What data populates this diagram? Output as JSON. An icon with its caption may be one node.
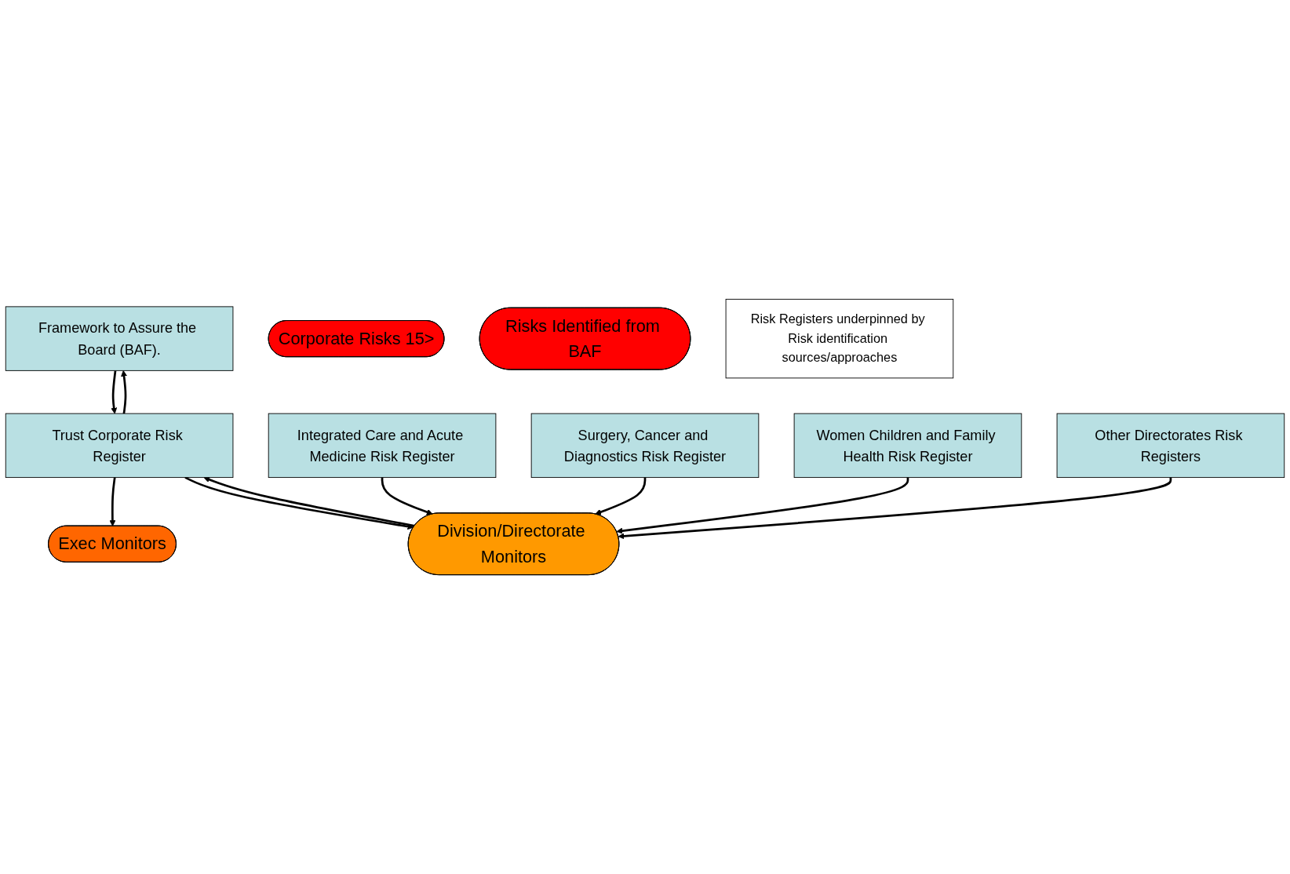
{
  "diagram": {
    "nodes": [
      {
        "text": [
          "Framework to Assure the Board (BAF)."
        ]
      },
      {
        "text": [
          "Corporate Risks 15>"
        ]
      },
      {
        "text": [
          "Trust Corporate Risk Register"
        ]
      },
      {
        "text": [
          "Risks Identified from BAF"
        ]
      },
      {
        "text": [
          "Exec Monitors"
        ]
      },
      {
        "text": [
          "Division/Directorate Monitors"
        ]
      },
      {
        "text": [
          "Integrated Care and Acute Medicine Risk Register"
        ]
      },
      {
        "text": [
          "Surgery, Cancer and Diagnostics Risk Register"
        ]
      },
      {
        "text": [
          "Women Children and Family Health Risk Register"
        ]
      },
      {
        "text": [
          "Other Directorates Risk Registers"
        ]
      },
      {
        "text": [
          "Risk Registers underpinned by Risk identification sources/approaches"
        ]
      }
    ],
    "edges": [
      {
        "from": 2,
        "to": 0,
        "arrow": "to"
      },
      {
        "from": 0,
        "to": 2,
        "arrow": "to"
      },
      {
        "from": 2,
        "to": 4,
        "arrow": "to"
      },
      {
        "from": 2,
        "to": 5,
        "arrow": "to"
      },
      {
        "from": 5,
        "to": 2,
        "arrow": "to"
      },
      {
        "from": 6,
        "to": 5,
        "arrow": "to"
      },
      {
        "from": 7,
        "to": 5,
        "arrow": "to"
      },
      {
        "from": 8,
        "to": 5,
        "arrow": "to"
      },
      {
        "from": 9,
        "to": 5,
        "arrow": "to"
      }
    ]
  }
}
